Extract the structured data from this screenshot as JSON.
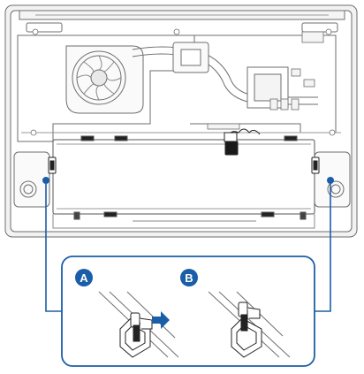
{
  "callouts": {
    "a": {
      "letter": "A"
    },
    "b": {
      "letter": "B"
    }
  },
  "icons": {
    "callout_badge": "letter-circle-badge",
    "press_arrow": "arrow-right-icon",
    "latch": "battery-latch-icon",
    "fan": "cooling-fan-icon",
    "battery": "battery-pack-icon",
    "speaker": "speaker-icon",
    "connector": "battery-cable-connector-icon"
  },
  "colors": {
    "accent": "#1b5ea8",
    "line": "#6e6e6e",
    "fill": "#ffffff",
    "chassis": "#f2f2f2"
  }
}
